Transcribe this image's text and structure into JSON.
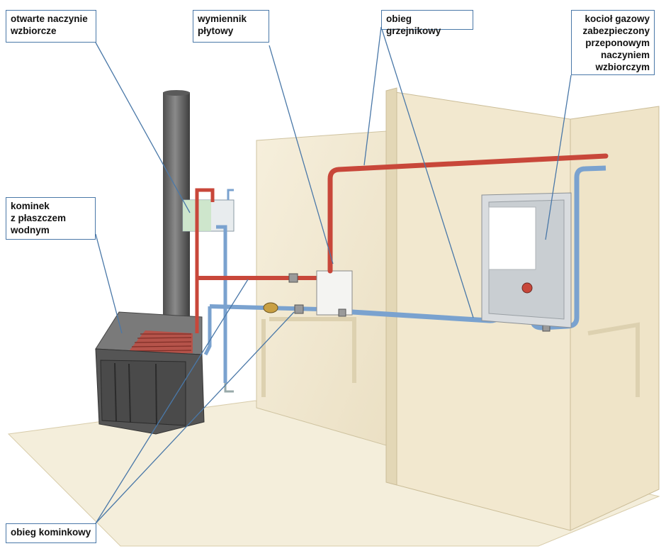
{
  "labels": {
    "open_expansion_vessel": "otwarte naczynie\nwzbiorcze",
    "plate_exchanger": "wymiennik\npłytowy",
    "radiator_circuit": "obieg grzejnikowy",
    "gas_boiler": "kocioł gazowy\nzabezpieczony\nprzeponowym\nnaczyniem\nwzbiorczym",
    "fireplace": "kominek\nz płaszczem\nwodnym",
    "fireplace_circuit": "obieg kominkowy"
  },
  "colors": {
    "hot_pipe": "#c8473a",
    "cold_pipe": "#7aa2cf",
    "leader_line": "#4a78a8",
    "wall": "#f3ead4",
    "floor": "#f4eedb",
    "chimney": "#6f6f6f",
    "boiler_casing": "#d9dcdf"
  }
}
